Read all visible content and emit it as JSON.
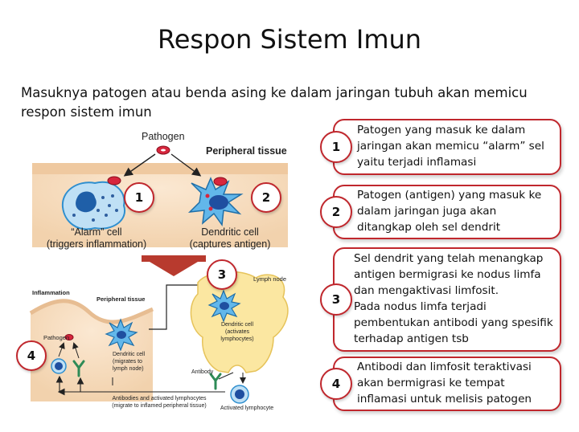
{
  "slide": {
    "title": "Respon Sistem Imun",
    "intro": "Masuknya patogen atau benda asing ke dalam jaringan tubuh akan memicu respon sistem imun"
  },
  "diagram": {
    "pathogen_top": "Pathogen",
    "peripheral_tissue_top": "Peripheral tissue",
    "alarm_cell_name": "“Alarm” cell",
    "alarm_cell_role": "(triggers inflammation)",
    "dendritic_cell_name": "Dendritic cell",
    "dendritic_cell_role": "(captures antigen)",
    "inflammation": "Inflammation",
    "peripheral_tissue_bottom": "Peripheral tissue",
    "pathogen_bottom": "Pathogen",
    "dc_migrates_1": "Dendritic cell",
    "dc_migrates_2": "(migrates to",
    "dc_migrates_3": "lymph node)",
    "lymph_node": "Lymph node",
    "dc_activates_1": "Dendritic cell",
    "dc_activates_2": "(activates",
    "dc_activates_3": "lymphocytes)",
    "antibody": "Antibody",
    "activated_lymphocyte": "Activated lymphocyte",
    "migrate_note_1": "Antibodies and activated lymphocytes",
    "migrate_note_2": "(migrate to inflamed peripheral tissue)",
    "badges": [
      "1",
      "2",
      "3",
      "4"
    ]
  },
  "steps": [
    {
      "num": "1",
      "lines": [
        "Patogen yang masuk ke dalam",
        "jaringan akan memicu “alarm” sel",
        "yaitu terjadi inflamasi"
      ]
    },
    {
      "num": "2",
      "lines": [
        "Patogen (antigen) yang masuk ke",
        "dalam jaringan juga akan",
        "ditangkap oleh sel dendrit"
      ]
    },
    {
      "num": "3",
      "lines": [
        "Sel dendrit yang telah menangkap",
        "antigen bermigrasi ke nodus limfa",
        "dan mengaktivasi limfosit.",
        "Pada nodus limfa terjadi",
        "pembentukan antibodi yang spesifik",
        "terhadap antigen tsb"
      ]
    },
    {
      "num": "4",
      "lines": [
        "Antibodi dan limfosit teraktivasi",
        "akan bermigrasi ke tempat",
        "inflamasi untuk melisis patogen"
      ]
    }
  ],
  "colors": {
    "accent_red": "#c0272d",
    "tissue": "#f3d9b8",
    "lymph_node": "#fbe7a1",
    "dendritic_blue": "#2f8fcf",
    "arrow_red": "#b83a2e"
  }
}
